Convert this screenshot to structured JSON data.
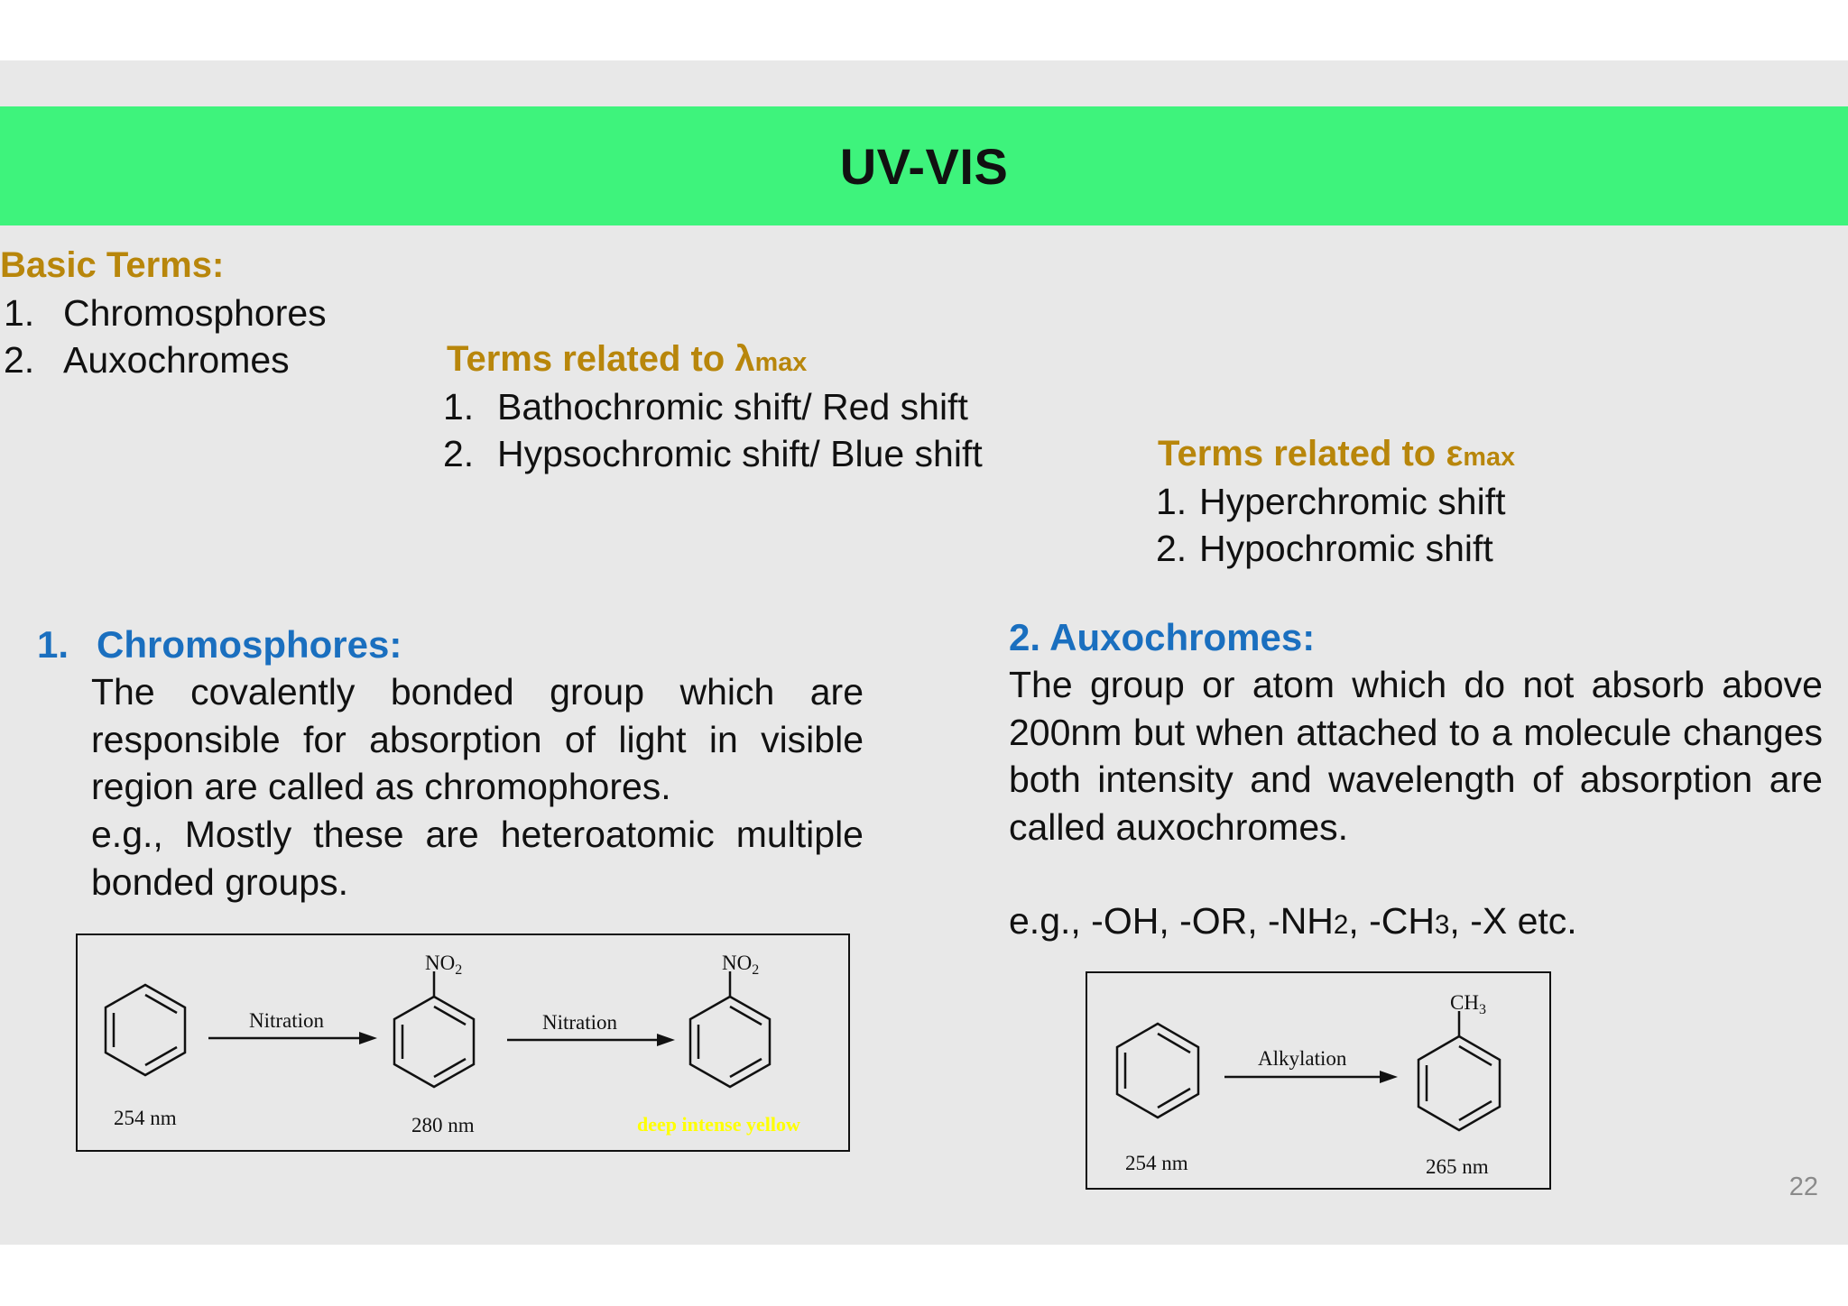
{
  "slide_title": "UV-VIS",
  "basic_terms": {
    "heading": "Basic Terms:",
    "items": [
      {
        "num": "1.",
        "label": "Chromosphores"
      },
      {
        "num": "2.",
        "label": "Auxochromes"
      }
    ]
  },
  "lambda_terms": {
    "heading_prefix": "Terms related to λ",
    "heading_sub": "max",
    "items": [
      {
        "num": "1.",
        "label": "Bathochromic shift/ Red shift"
      },
      {
        "num": "2.",
        "label": "Hypsochromic shift/ Blue shift"
      }
    ]
  },
  "epsilon_terms": {
    "heading_prefix": "Terms related to ε",
    "heading_sub": "max",
    "items": [
      {
        "num": "1.",
        "label": "Hyperchromic shift"
      },
      {
        "num": "2.",
        "label": "Hypochromic shift"
      }
    ]
  },
  "chromophores": {
    "num": "1.",
    "heading": "Chromosphores:",
    "definition": "The covalently bonded group which are responsible for absorption of light in visible region are called as chromophores.",
    "example": "e.g., Mostly these are heteroatomic multiple bonded groups."
  },
  "auxochromes": {
    "heading": "2. Auxochromes:",
    "definition": "The group or atom which do not absorb above 200nm but when attached to a molecule changes both intensity and wavelength of absorption are called auxochromes.",
    "example_prefix": "e.g., -OH, -OR,  -NH",
    "example_sub1": "2",
    "example_mid": ", -CH",
    "example_sub2": "3",
    "example_suffix": ", -X etc."
  },
  "nitration_scheme": {
    "reagent1": "Nitration",
    "reagent2": "Nitration",
    "group1": "NO",
    "group1_sub": "2",
    "group2": "NO",
    "group2_sub": "2",
    "wavelength1": "254 nm",
    "wavelength2": "280 nm",
    "result3": "deep intense yellow"
  },
  "alkylation_scheme": {
    "reagent": "Alkylation",
    "group": "CH",
    "group_sub": "3",
    "wavelength1": "254 nm",
    "wavelength2": "265 nm"
  },
  "page_number": "22",
  "colors": {
    "title_bar": "#3ef37c",
    "heading_gold": "#b8860b",
    "heading_blue": "#1a6fbf",
    "slide_bg": "#e8e8e8",
    "yellow_label": "#ffff00"
  }
}
